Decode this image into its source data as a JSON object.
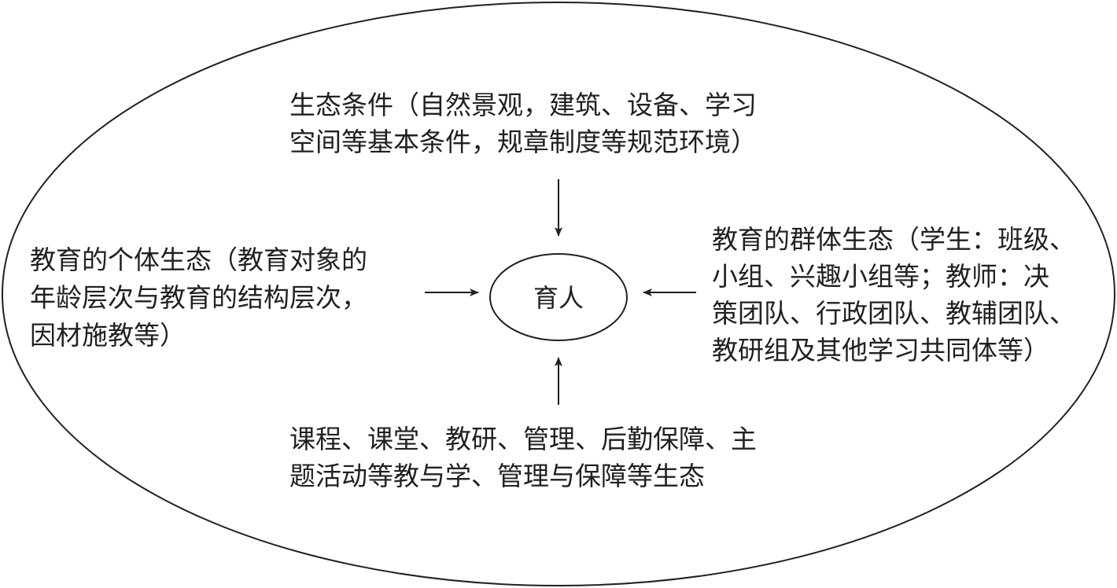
{
  "center": "育人",
  "top": {
    "lines": [
      "生态条件（自然景观，建筑、设备、学习",
      "空间等基本条件，规章制度等规范环境）"
    ]
  },
  "left": {
    "lines": [
      "教育的个体生态（教育对象的",
      "年龄层次与教育的结构层次，",
      "因材施教等）"
    ]
  },
  "right": {
    "lines": [
      "教育的群体生态（学生：班级、",
      "小组、兴趣小组等；教师：决",
      "策团队、行政团队、教辅团队、",
      "教研组及其他学习共同体等）"
    ]
  },
  "bottom": {
    "lines": [
      "课程、课堂、教研、管理、后勤保障、主",
      "题活动等教与学、管理与保障等生态"
    ]
  }
}
